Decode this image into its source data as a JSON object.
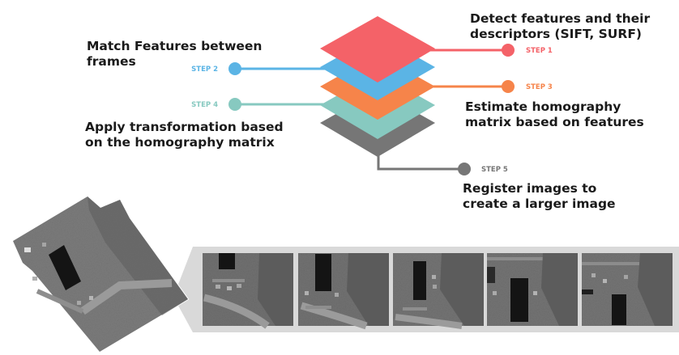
{
  "steps": [
    {
      "label": "STEP 1",
      "text": "Detect features and their\ndescriptors (SIFT, SURF)",
      "color": "#f46268"
    },
    {
      "label": "STEP 2",
      "text": "Match Features between\nframes",
      "color": "#5bb4e5"
    },
    {
      "label": "STEP 3",
      "text": "Estimate homography\nmatrix based on features",
      "color": "#f6844a"
    },
    {
      "label": "STEP 4",
      "text": "Apply transformation based\non the homography matrix",
      "color": "#87c9c0"
    },
    {
      "label": "STEP 5",
      "text": "Register images to\ncreate a larger image",
      "color": "#767676"
    }
  ],
  "colors": {
    "text": "#1a1a1a",
    "frame_strip": "#d9d9d9"
  }
}
